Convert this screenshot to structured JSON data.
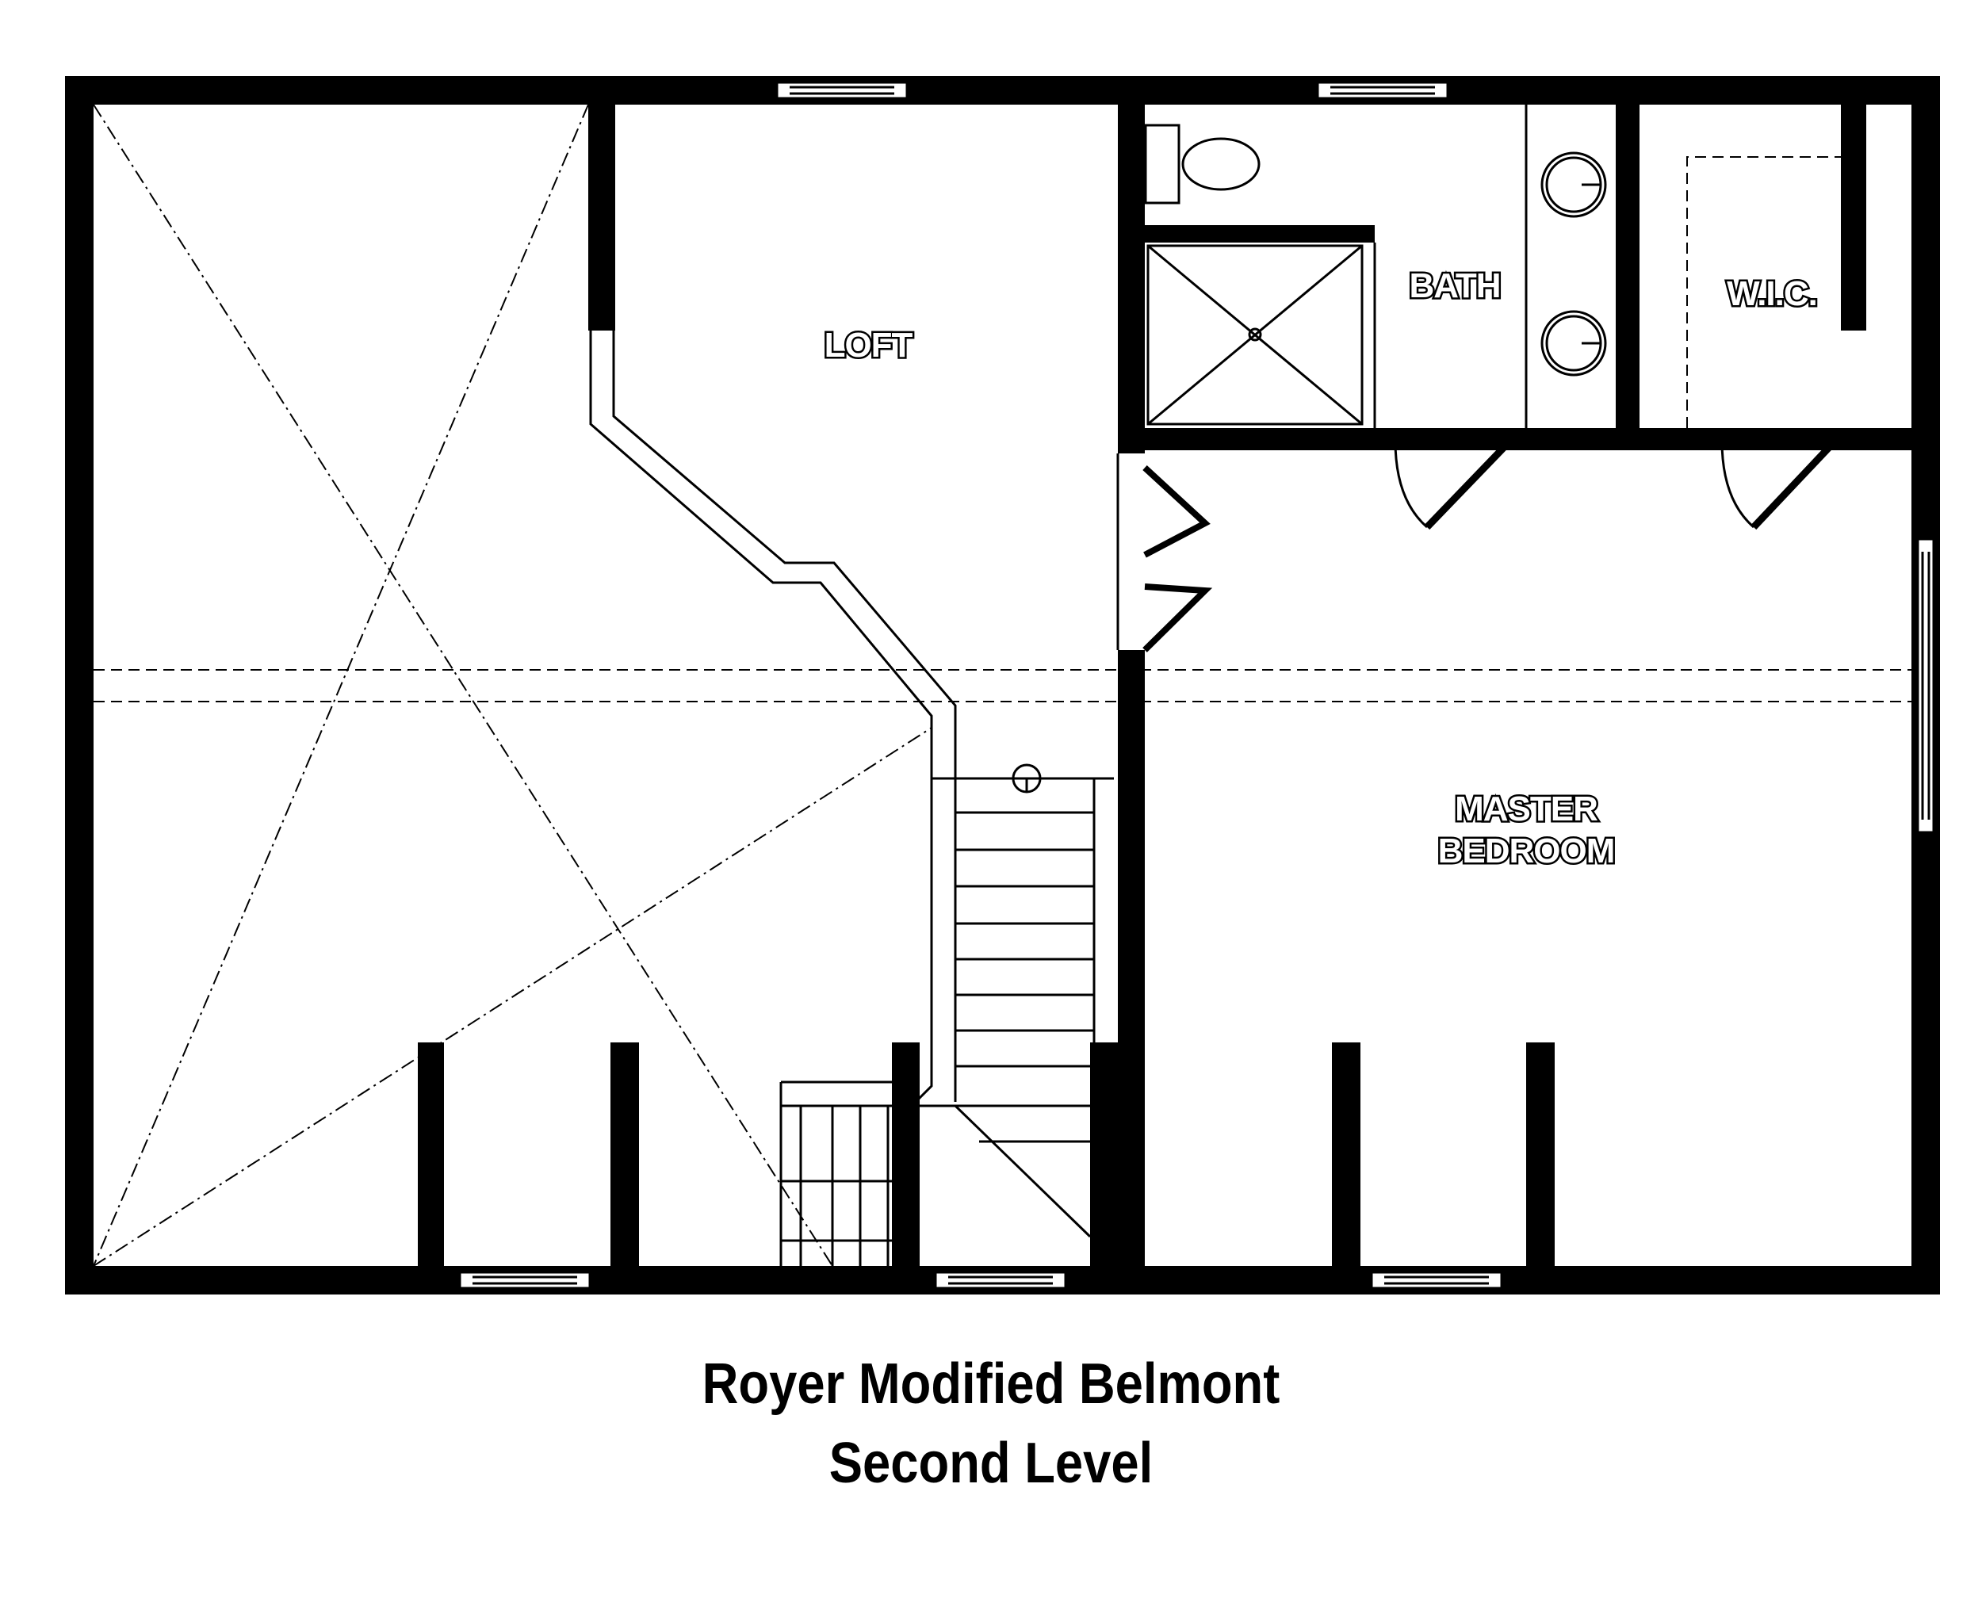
{
  "plan": {
    "rooms": {
      "loft": "LOFT",
      "bath": "BATH",
      "wic": "W.I.C.",
      "master_line1": "MASTER",
      "master_line2": "BEDROOM"
    }
  },
  "caption": {
    "line1": "Royer Modified Belmont",
    "line2": "Second Level"
  }
}
